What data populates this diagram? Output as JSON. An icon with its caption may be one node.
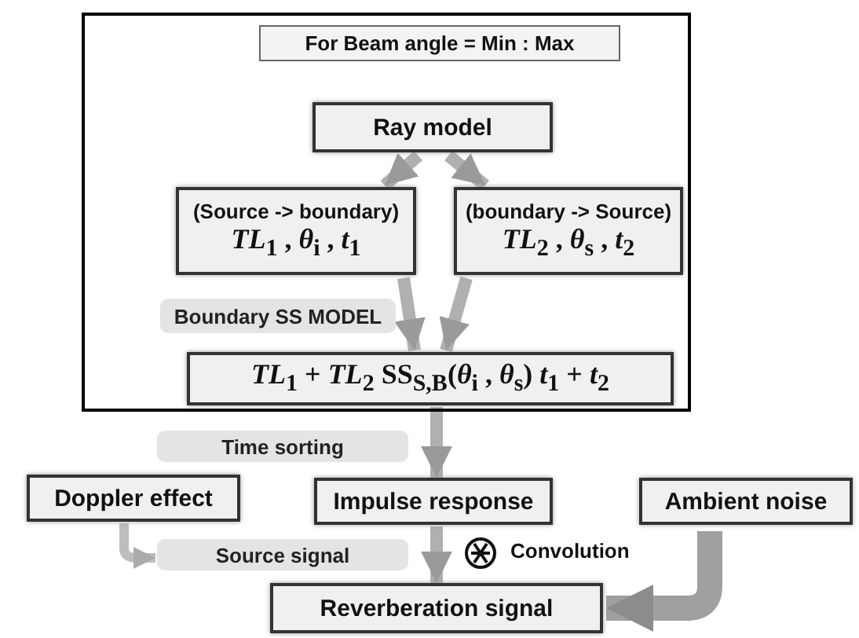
{
  "diagram": {
    "nodes": [
      {
        "text": [],
        "shape": "box"
      },
      {
        "text": [
          "For Beam angle = Min : Max"
        ],
        "in": 0
      },
      {
        "text": [
          "Ray model"
        ],
        "in": 0
      },
      {
        "text": [
          "(Source -> boundary)",
          "*TL*$_{1}$ , *θ*$_{i}$ , *t*$_{1}$"
        ],
        "in": 0
      },
      {
        "text": [
          "(boundary -> Source)",
          "*TL*$_{2}$ , *θ*$_{s}$ , *t*$_{2}$"
        ],
        "in": 0
      },
      {
        "text": [
          "Boundary SS MODEL"
        ],
        "in": 0
      },
      {
        "text": [
          "*TL*$_{1}$ + *TL*$_{2}$ SS$_{S,B}$(*θ*$_{i}$ , *θ*$_{s}$) *t*$_{1}$ + *t*$_{2}$"
        ],
        "in": 0
      },
      {
        "text": [
          "Time sorting"
        ]
      },
      {
        "text": [
          "Doppler effect"
        ]
      },
      {
        "text": [
          "Impulse response"
        ]
      },
      {
        "text": [
          "Ambient noise"
        ]
      },
      {
        "text": [
          "Source signal"
        ]
      },
      {
        "text": [
          "Reverberation signal"
        ]
      }
    ],
    "edges": [
      {
        "from": 2,
        "to": 3,
        "arrow": "to"
      },
      {
        "from": 2,
        "to": 4,
        "arrow": "to"
      },
      {
        "from": 3,
        "to": 6,
        "arrow": "to"
      },
      {
        "from": 4,
        "to": 6,
        "arrow": "to"
      },
      {
        "from": 6,
        "to": 9,
        "arrow": "to"
      },
      {
        "from": 9,
        "to": 12,
        "arrow": "to"
      },
      {
        "from": 8,
        "to": 11,
        "arrow": "to"
      },
      {
        "from": 10,
        "to": 12,
        "arrow": "to",
        "style": "thick"
      }
    ],
    "labels": [
      "Convolution"
    ]
  }
}
